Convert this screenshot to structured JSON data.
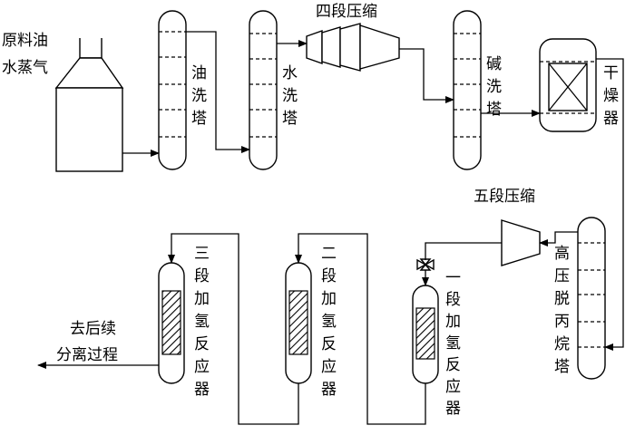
{
  "labels": {
    "feed_oil": "原料油",
    "feed_steam": "水蒸气",
    "oil_wash": "油洗塔",
    "water_wash": "水洗塔",
    "compress4": "四段压缩",
    "caustic_wash": "碱洗塔",
    "dryer": "干燥器",
    "compress5": "五段压缩",
    "depropanizer": "高压脱丙烷塔",
    "reactor1": "一段加氢反应器",
    "reactor2": "二段加氢反应器",
    "reactor3": "三段加氢反应器",
    "out_line1": "去后续",
    "out_line2": "分离过程"
  }
}
